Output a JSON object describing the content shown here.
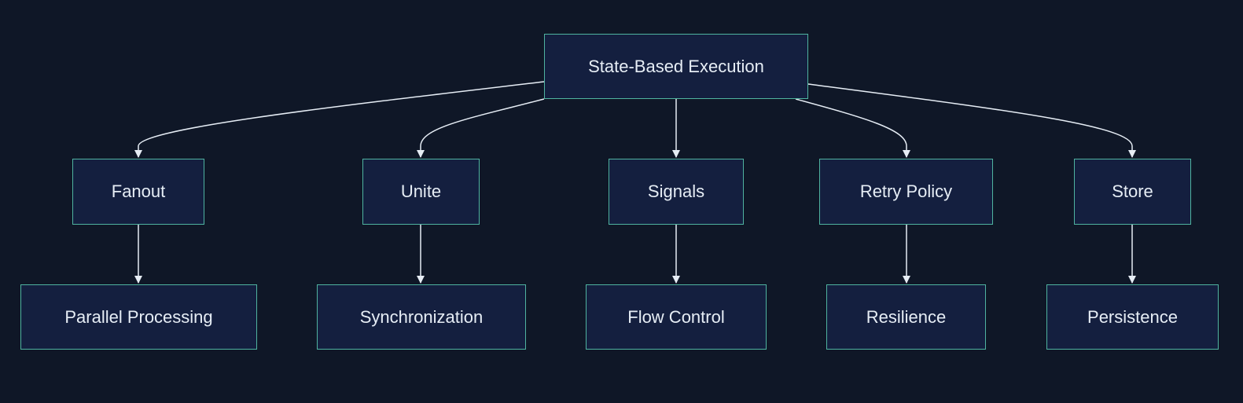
{
  "diagram": {
    "root": {
      "label": "State-Based Execution"
    },
    "level1": [
      {
        "label": "Fanout"
      },
      {
        "label": "Unite"
      },
      {
        "label": "Signals"
      },
      {
        "label": "Retry Policy"
      },
      {
        "label": "Store"
      }
    ],
    "level2": [
      {
        "label": "Parallel Processing"
      },
      {
        "label": "Synchronization"
      },
      {
        "label": "Flow Control"
      },
      {
        "label": "Resilience"
      },
      {
        "label": "Persistence"
      }
    ],
    "edges": [
      {
        "from": "State-Based Execution",
        "to": "Fanout"
      },
      {
        "from": "State-Based Execution",
        "to": "Unite"
      },
      {
        "from": "State-Based Execution",
        "to": "Signals"
      },
      {
        "from": "State-Based Execution",
        "to": "Retry Policy"
      },
      {
        "from": "State-Based Execution",
        "to": "Store"
      },
      {
        "from": "Fanout",
        "to": "Parallel Processing"
      },
      {
        "from": "Unite",
        "to": "Synchronization"
      },
      {
        "from": "Signals",
        "to": "Flow Control"
      },
      {
        "from": "Retry Policy",
        "to": "Resilience"
      },
      {
        "from": "Store",
        "to": "Persistence"
      }
    ],
    "colors": {
      "background": "#0f1727",
      "node_fill": "#141f3f",
      "node_border": "#4fb3a0",
      "text": "#e6edf5",
      "edge": "#e6edf5"
    }
  }
}
